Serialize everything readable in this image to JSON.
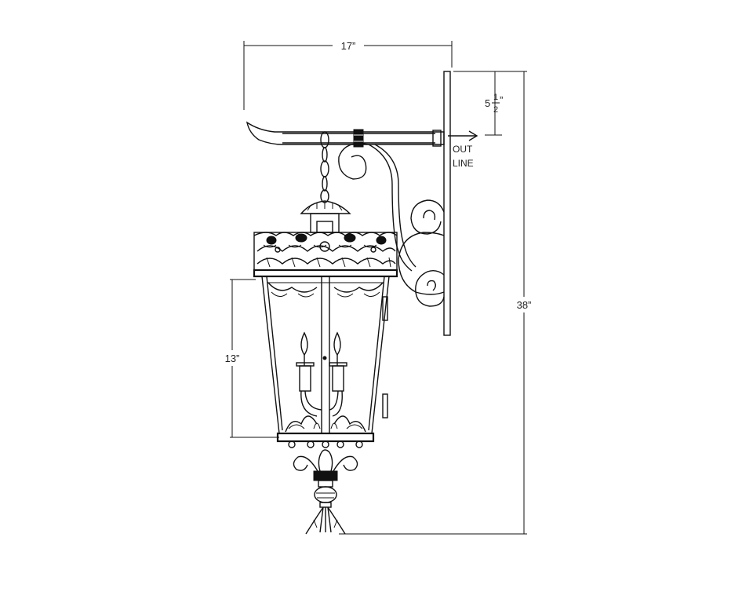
{
  "dimensions": {
    "width": "17”",
    "height_total": "38”",
    "height_lantern": "13”",
    "outline_offset_whole": "5",
    "outline_offset_num": "1",
    "outline_offset_den": "2",
    "outline_offset_inch": "”"
  },
  "notes": {
    "out": "OUT",
    "line": "LINE"
  }
}
